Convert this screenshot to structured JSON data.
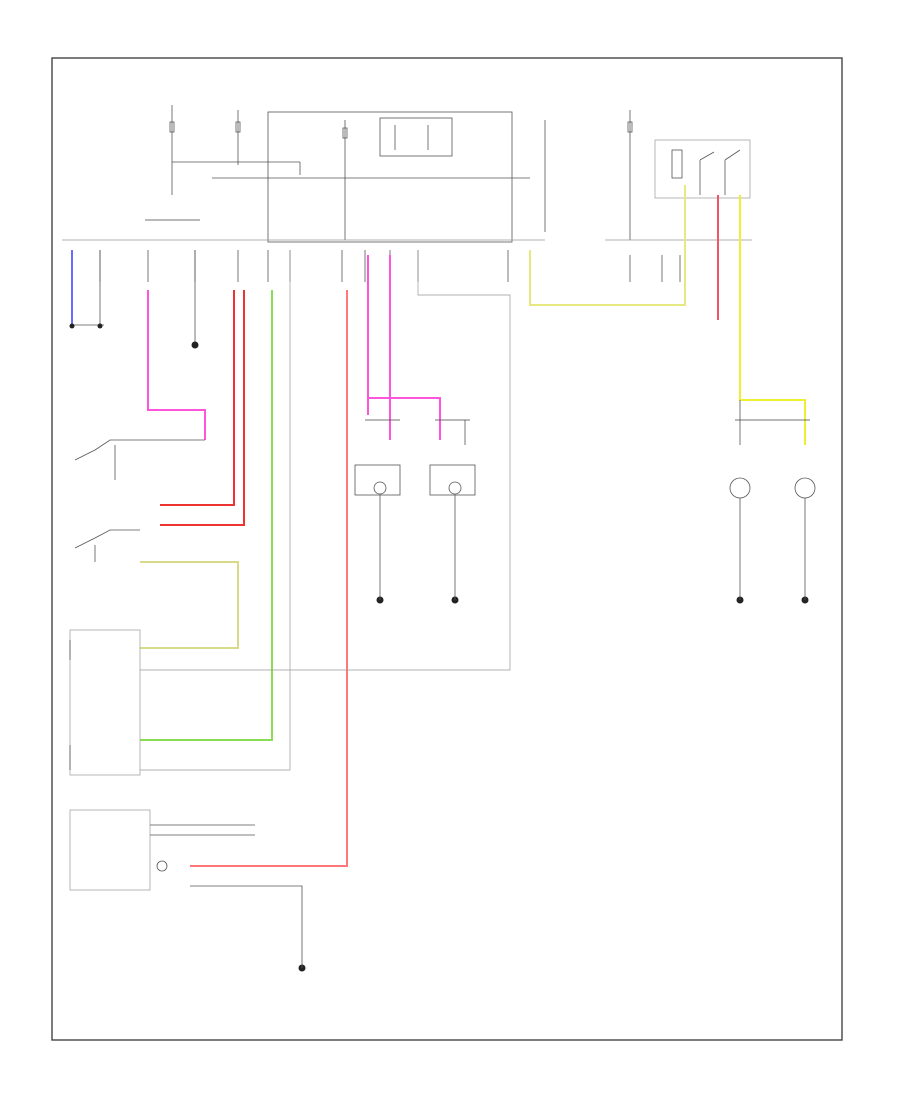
{
  "diagram": {
    "footer_code": "",
    "colors": {
      "pink": "#ff55dd",
      "red": "#ee3333",
      "blue": "#6b6bff",
      "green": "#77dd33",
      "yellow": "#eeee33",
      "light_red": "#ff6677",
      "tan": "#d9d98a",
      "ground": "#222222"
    },
    "icons": [
      "ground-symbol",
      "fuse-symbol",
      "lamp-symbol",
      "switch-symbol",
      "connector-symbol"
    ]
  }
}
